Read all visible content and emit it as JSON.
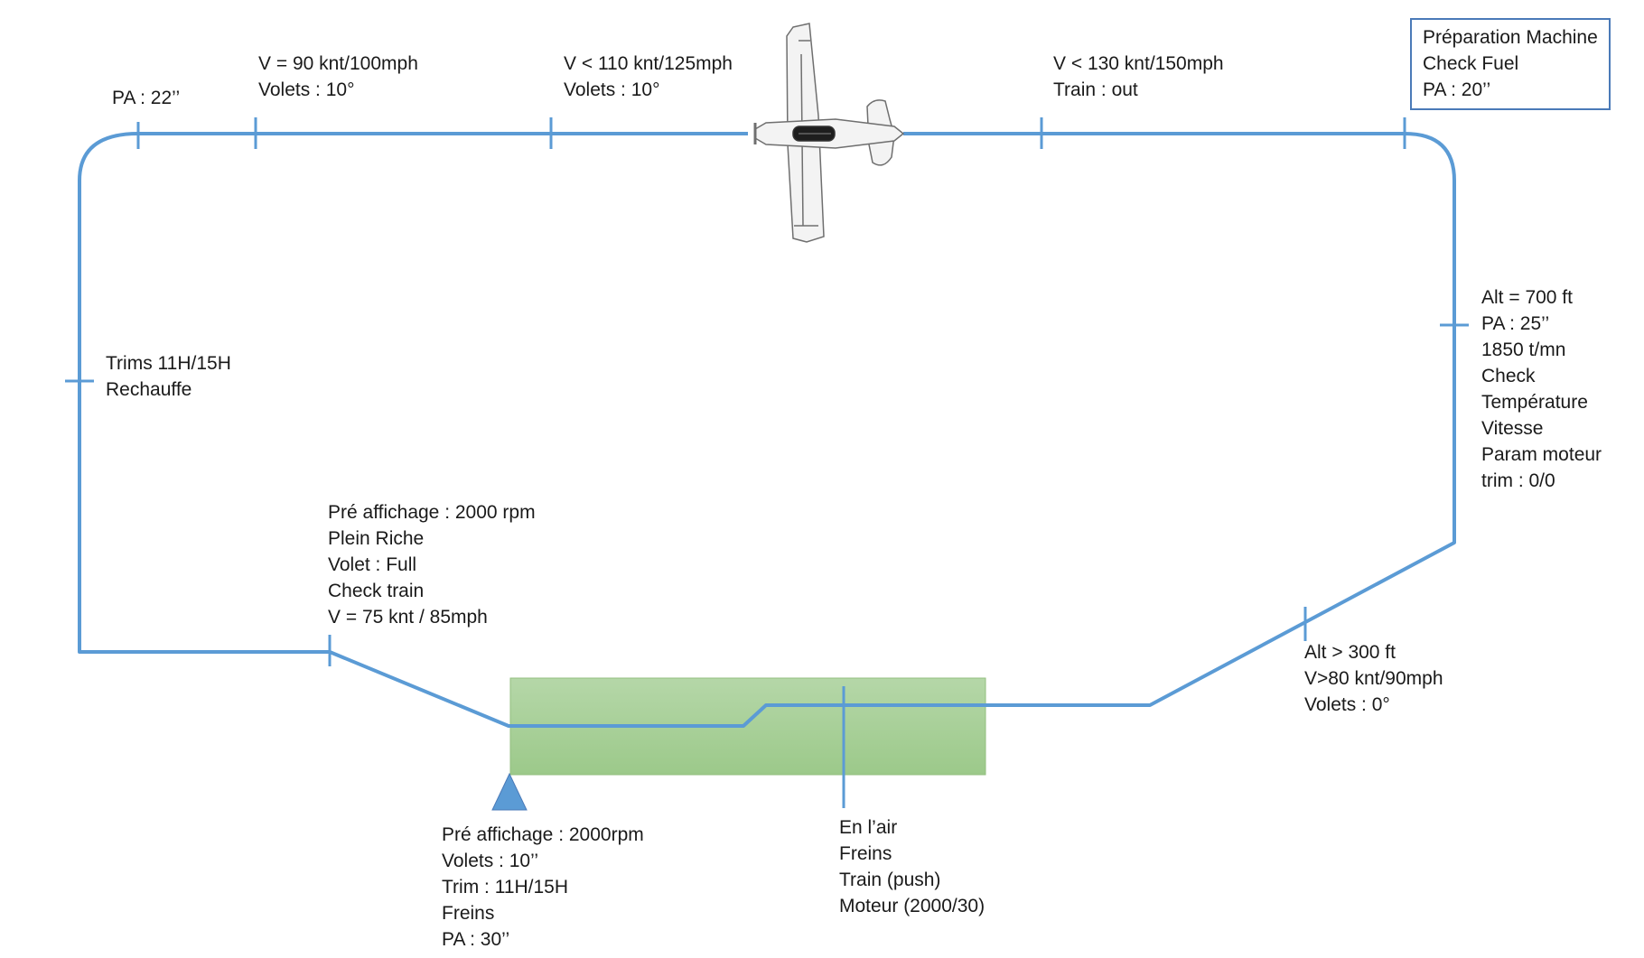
{
  "colors": {
    "circuit_line": "#5b9bd5",
    "runway_fill_top": "#b5d7a8",
    "runway_fill_bottom": "#9cc98a",
    "runway_border": "#93bf7f",
    "triangle": "#5b9bd5",
    "box_border": "#4a7ab8"
  },
  "icons": {
    "aircraft": "aircraft-top-view-icon",
    "start_marker": "triangle-start-icon"
  },
  "labels": {
    "pa22": [
      "PA : 22’’"
    ],
    "v90": [
      "V = 90 knt/100mph",
      "Volets : 10°"
    ],
    "v110": [
      "V < 110 knt/125mph",
      "Volets : 10°"
    ],
    "v130": [
      "V < 130 knt/150mph",
      "Train : out"
    ],
    "prep": [
      "Préparation Machine",
      "Check Fuel",
      "PA : 20’’"
    ],
    "trims": [
      "Trims 11H/15H",
      "Rechauffe"
    ],
    "alt700": [
      "Alt = 700 ft",
      "PA : 25’’",
      "1850 t/mn",
      "Check",
      "Température",
      "Vitesse",
      "Param moteur",
      "trim : 0/0"
    ],
    "final": [
      "Pré affichage : 2000 rpm",
      "Plein Riche",
      "Volet : Full",
      "Check train",
      "V = 75 knt / 85mph"
    ],
    "alt300": [
      "Alt > 300 ft",
      "V>80 knt/90mph",
      "Volets : 0°"
    ],
    "start": [
      "Pré affichage : 2000rpm",
      "Volets : 10’’",
      "Trim : 11H/15H",
      "Freins",
      "PA : 30’’"
    ],
    "airborne": [
      "En l’air",
      "Freins",
      "Train (push)",
      "Moteur (2000/30)"
    ]
  }
}
